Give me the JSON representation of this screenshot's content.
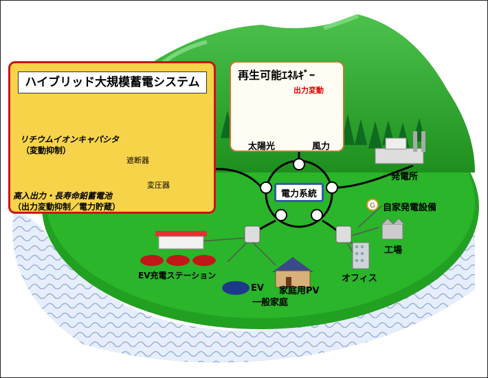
{
  "hybrid_system": {
    "title": "ハイブリッド大規模蓄電システム",
    "capacitor_label": "リチウムイオンキャパシタ",
    "capacitor_sub": "（変動抑制）",
    "battery_label": "高入出力・長寿命鉛蓄電池",
    "battery_sub": "（出力変動抑制／電力貯蔵）",
    "breaker_label": "遮断器",
    "transformer_label": "変圧器"
  },
  "renewable": {
    "title": "再生可能ｴﾈﾙｷﾞｰ",
    "fluctuation_label": "出力変動",
    "solar_label": "太陽光",
    "wind_label": "風力"
  },
  "grid": {
    "label": "電力系統"
  },
  "consumers": {
    "power_plant": "発電所",
    "private_generation": "自家発電設備",
    "factory": "工場",
    "office": "オフィス",
    "home_pv": "家庭用PV",
    "ev": "EV",
    "household": "一般家庭",
    "ev_station": "EV充電ステーション"
  },
  "colors": {
    "box_fill": "#f7d34a",
    "box_border": "#d01010",
    "grid_border": "#2b5fa8",
    "fluctuation_text": "#e00000",
    "land": "#22aa22",
    "mountain": "#3cb043"
  }
}
